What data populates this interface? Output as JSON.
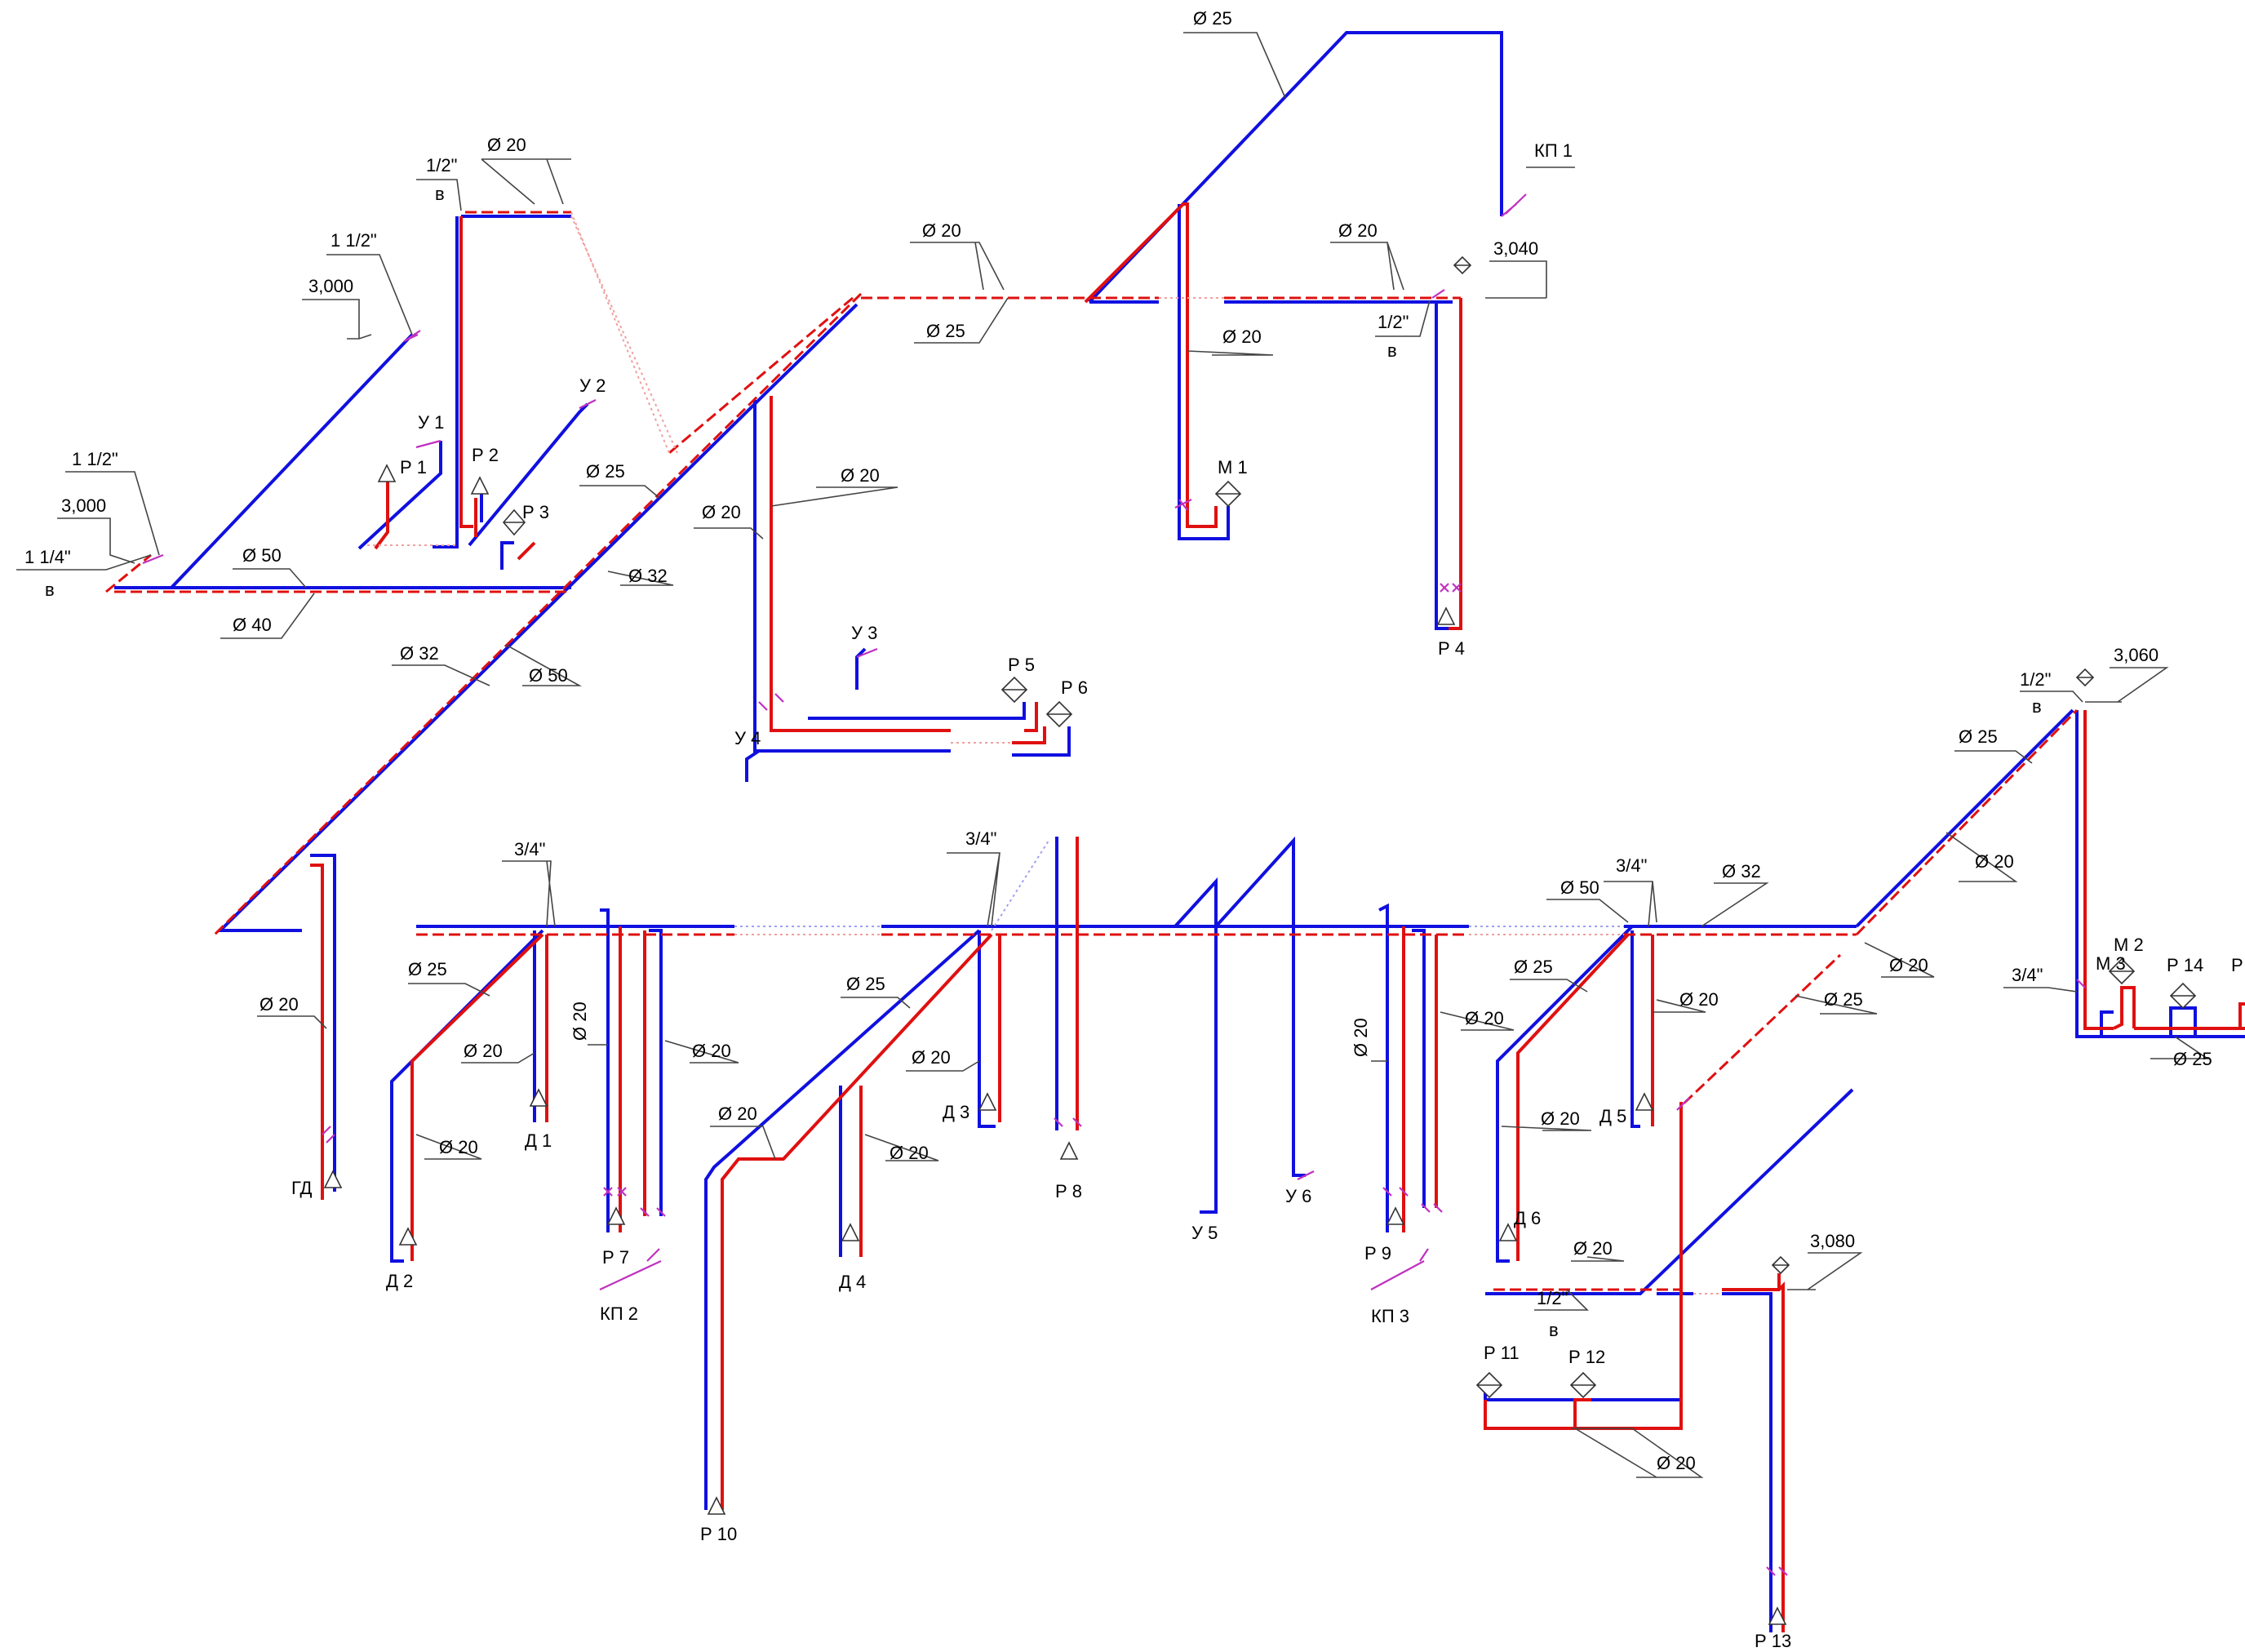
{
  "colors": {
    "cold_water": "#1010e0",
    "hot_water": "#e01010",
    "marker": "#c030c0",
    "leader": "#444444"
  },
  "labels": {
    "kp1": "КП 1",
    "kp2": "КП 2",
    "kp3": "КП 3",
    "u1": "У 1",
    "u2": "У 2",
    "u3": "У 3",
    "u4": "У 4",
    "u5": "У 5",
    "u6": "У 6",
    "r1": "Р 1",
    "r2": "Р 2",
    "r3": "Р 3",
    "r4": "Р 4",
    "r5": "Р 5",
    "r6": "Р 6",
    "r7": "Р 7",
    "r8": "Р 8",
    "r9": "Р 9",
    "r10": "Р 10",
    "r11": "Р 11",
    "r12": "Р 12",
    "r13": "Р 13",
    "r14": "Р 14",
    "r15": "Р",
    "m1": "М 1",
    "m2": "М 2",
    "m3": "М 3",
    "d1": "Д 1",
    "d2": "Д 2",
    "d3": "Д 3",
    "d4": "Д 4",
    "d5": "Д 5",
    "d6": "Д 6",
    "gd": "ГД"
  },
  "elevations": {
    "e3000": "3,000",
    "e3040": "3,040",
    "e3060": "3,060",
    "e3080": "3,080"
  },
  "dims": {
    "d20": "Ø 20",
    "d25": "Ø 25",
    "d32": "Ø 32",
    "d40": "Ø 40",
    "d50": "Ø 50",
    "i12": "1/2\"",
    "i34": "3/4\"",
    "i112": "1 1/2\"",
    "i114": "1 1/4\"",
    "v": "в"
  }
}
